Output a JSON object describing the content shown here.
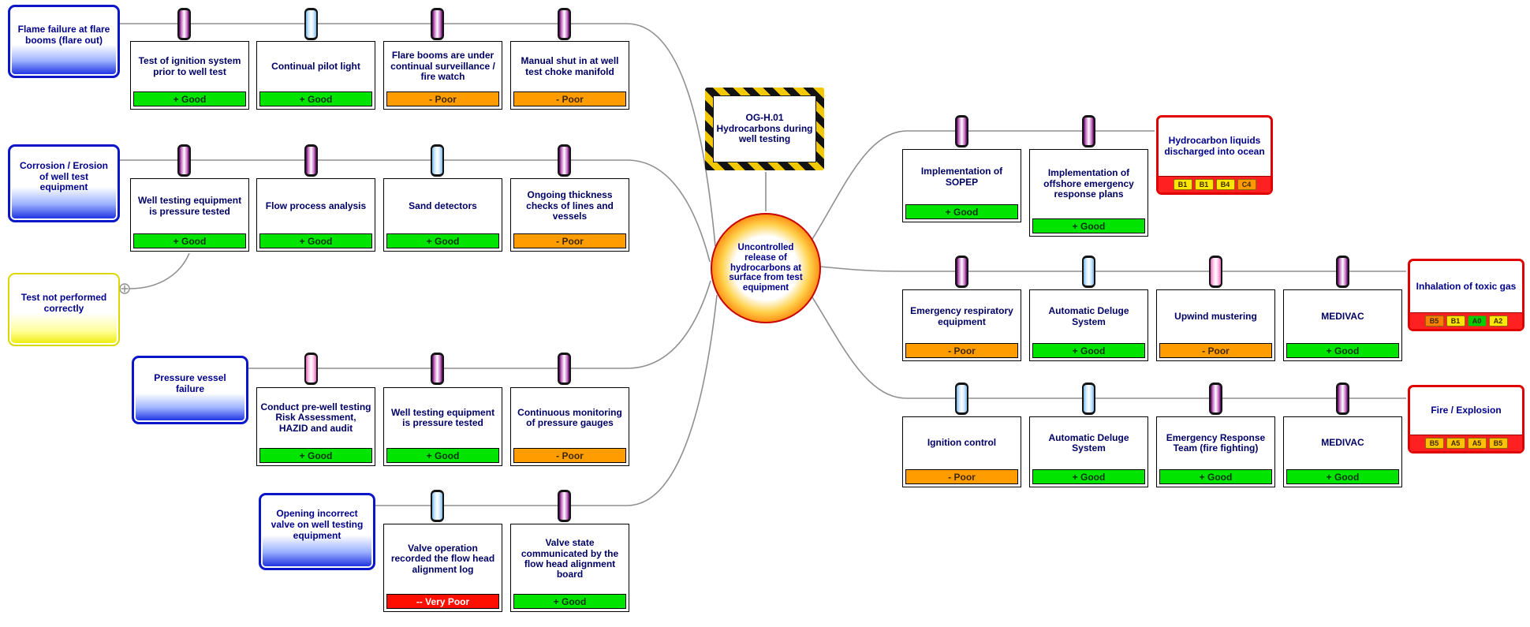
{
  "hazard": {
    "label": "OG-H.01 Hydrocarbons during well testing"
  },
  "top_event": {
    "label": "Uncontrolled release of hydrocarbons at surface from test equipment"
  },
  "escalation_factor": {
    "label": "Test not performed correctly"
  },
  "status_colors": {
    "good": "#00e400",
    "poor": "#ff9d00",
    "very_poor": "#ff0f00"
  },
  "threat_lines": [
    {
      "threat": "Flame failure at flare booms (flare out)",
      "barriers": [
        {
          "label": "Test of ignition system prior to well test",
          "status": "+ Good",
          "variant": "good",
          "icon": "purple"
        },
        {
          "label": "Continual pilot light",
          "status": "+ Good",
          "variant": "good",
          "icon": "blue"
        },
        {
          "label": "Flare booms are under continual surveillance / fire watch",
          "status": "- Poor",
          "variant": "poor",
          "icon": "purple"
        },
        {
          "label": "Manual shut in at well test choke manifold",
          "status": "- Poor",
          "variant": "poor",
          "icon": "purple"
        }
      ]
    },
    {
      "threat": "Corrosion / Erosion of well test equipment",
      "barriers": [
        {
          "label": "Well testing equipment is pressure tested",
          "status": "+ Good",
          "variant": "good",
          "icon": "purple"
        },
        {
          "label": "Flow process analysis",
          "status": "+ Good",
          "variant": "good",
          "icon": "purple"
        },
        {
          "label": "Sand detectors",
          "status": "+ Good",
          "variant": "good",
          "icon": "blue"
        },
        {
          "label": "Ongoing thickness checks of lines and vessels",
          "status": "- Poor",
          "variant": "poor",
          "icon": "purple"
        }
      ]
    },
    {
      "threat": "Pressure vessel failure",
      "barriers": [
        {
          "label": "Conduct pre-well testing Risk Assessment, HAZID and audit",
          "status": "+ Good",
          "variant": "good",
          "icon": "pink"
        },
        {
          "label": "Well testing equipment is pressure tested",
          "status": "+ Good",
          "variant": "good",
          "icon": "purple"
        },
        {
          "label": "Continuous monitoring of pressure gauges",
          "status": "- Poor",
          "variant": "poor",
          "icon": "purple"
        }
      ]
    },
    {
      "threat": "Opening incorrect valve on well testing equipment",
      "barriers": [
        {
          "label": "Valve operation recorded the flow head alignment log",
          "status": "-- Very Poor",
          "variant": "very-poor",
          "icon": "blue"
        },
        {
          "label": "Valve state communicated by the flow head alignment board",
          "status": "+ Good",
          "variant": "good",
          "icon": "purple"
        }
      ]
    }
  ],
  "consequence_lines": [
    {
      "consequence": "Hydrocarbon liquids discharged into ocean",
      "chips": [
        {
          "label": "B1",
          "color": "#ffe600"
        },
        {
          "label": "B1",
          "color": "#ffe600"
        },
        {
          "label": "B4",
          "color": "#ffe600"
        },
        {
          "label": "C4",
          "color": "#ff9900"
        }
      ],
      "barriers": [
        {
          "label": "Implementation of SOPEP",
          "status": "+ Good",
          "variant": "good",
          "icon": "purple"
        },
        {
          "label": "Implementation of offshore emergency response plans",
          "status": "+ Good",
          "variant": "good",
          "icon": "purple"
        }
      ]
    },
    {
      "consequence": "Inhalation of toxic gas",
      "chips": [
        {
          "label": "B5",
          "color": "#ff8000"
        },
        {
          "label": "B1",
          "color": "#ffe600"
        },
        {
          "label": "A0",
          "color": "#00cc00"
        },
        {
          "label": "A2",
          "color": "#ffe600"
        }
      ],
      "barriers": [
        {
          "label": "Emergency respiratory equipment",
          "status": "- Poor",
          "variant": "poor",
          "icon": "purple"
        },
        {
          "label": "Automatic Deluge System",
          "status": "+ Good",
          "variant": "good",
          "icon": "blue"
        },
        {
          "label": "Upwind mustering",
          "status": "- Poor",
          "variant": "poor",
          "icon": "pink"
        },
        {
          "label": "MEDIVAC",
          "status": "+ Good",
          "variant": "good",
          "icon": "purple"
        }
      ]
    },
    {
      "consequence": "Fire / Explosion",
      "chips": [
        {
          "label": "B5",
          "color": "#ffc000"
        },
        {
          "label": "A5",
          "color": "#ffc000"
        },
        {
          "label": "A5",
          "color": "#ffc000"
        },
        {
          "label": "B5",
          "color": "#ffc000"
        }
      ],
      "barriers": [
        {
          "label": "Ignition control",
          "status": "- Poor",
          "variant": "poor",
          "icon": "blue"
        },
        {
          "label": "Automatic Deluge System",
          "status": "+ Good",
          "variant": "good",
          "icon": "blue"
        },
        {
          "label": "Emergency Response Team (fire fighting)",
          "status": "+ Good",
          "variant": "good",
          "icon": "purple"
        },
        {
          "label": "MEDIVAC",
          "status": "+ Good",
          "variant": "good",
          "icon": "purple"
        }
      ]
    }
  ]
}
